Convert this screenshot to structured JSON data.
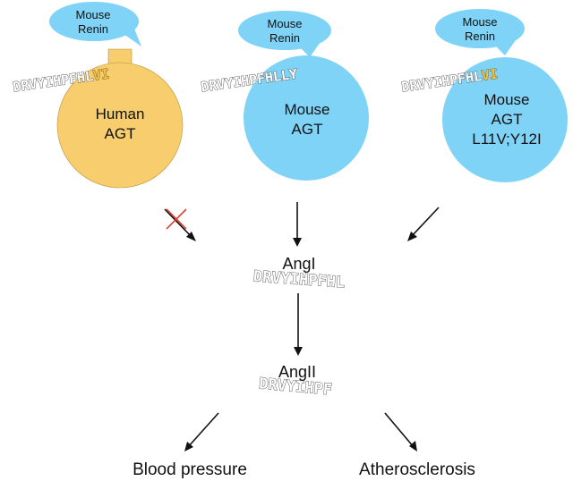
{
  "colors": {
    "human_agt": "#f7cd6d",
    "mouse": "#7fd3f7",
    "variant_residue": "#f5c243",
    "arrow": "#111111",
    "block_x": "#e0402e"
  },
  "constructs": [
    {
      "renin_label": [
        "Mouse",
        "Renin"
      ],
      "agt_label": [
        "Human",
        "AGT"
      ],
      "peptide": "DRVYIHPFHLVI",
      "peptide_main": "DRVYIHPFHL",
      "peptide_tail": "VI",
      "cleaved": false
    },
    {
      "renin_label": [
        "Mouse",
        "Renin"
      ],
      "agt_label": [
        "Mouse",
        "AGT"
      ],
      "peptide": "DRVYIHPFHLLY",
      "peptide_main": "DRVYIHPFHLLY",
      "peptide_tail": "",
      "cleaved": true
    },
    {
      "renin_label": [
        "Mouse",
        "Renin"
      ],
      "agt_label": [
        "Mouse",
        "AGT",
        "L11V;Y12I"
      ],
      "peptide": "DRVYIHPFHLVI",
      "peptide_main": "DRVYIHPFHL",
      "peptide_tail": "VI",
      "cleaved": true
    }
  ],
  "angI": {
    "label": "AngI",
    "peptide": "DRVYIHPFHL"
  },
  "angII": {
    "label": "AngII",
    "peptide": "DRVYIHPF"
  },
  "outcomes": [
    "Blood pressure",
    "Atherosclerosis"
  ]
}
